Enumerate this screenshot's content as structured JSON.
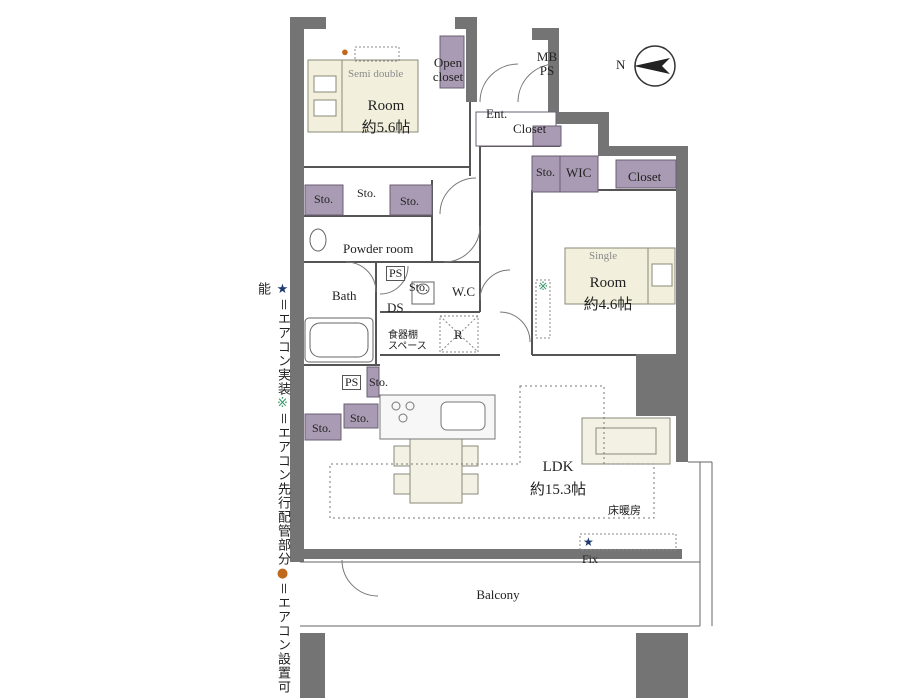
{
  "rooms": {
    "room1": {
      "bed": "Semi double",
      "name": "Room",
      "size": "約5.6帖"
    },
    "room2": {
      "bed": "Single",
      "name": "Room",
      "size": "約4.6帖"
    },
    "ldk": {
      "name": "LDK",
      "size": "約15.3帖",
      "floor_heating": "床暖房"
    },
    "open_closet": "Open\ncloset",
    "entrance": "Ent.",
    "closet_ent": "Closet",
    "mbps": "MB\nPS",
    "wic": "WIC",
    "closet_r2": "Closet",
    "powder": "Powder room",
    "bath": "Bath",
    "wc": "W.C",
    "ds": "DS",
    "ps1": "PS",
    "ps2": "PS",
    "refrigerator": "R",
    "dish_space": "食器棚\nスペース",
    "balcony": "Balcony",
    "fix": "Fix"
  },
  "storage_labels": [
    "Sto.",
    "Sto.",
    "Sto.",
    "Sto.",
    "Sto.",
    "Sto.",
    "Sto.",
    "Sto."
  ],
  "legend": {
    "star_symbol": "★",
    "star_text": "＝エアコン実装",
    "rice_symbol": "※",
    "rice_text": "＝エアコン先行配管部分",
    "dot_symbol": "●",
    "dot_text": "＝エアコン設置可能"
  },
  "compass": {
    "label": "N"
  },
  "colors": {
    "wall": "#747474",
    "storage": "#a99bb3",
    "bed": "#f2f0dc",
    "furniture": "#f3f1e3",
    "ac_dot": "#c0681c",
    "star": "#1e3a6e"
  }
}
